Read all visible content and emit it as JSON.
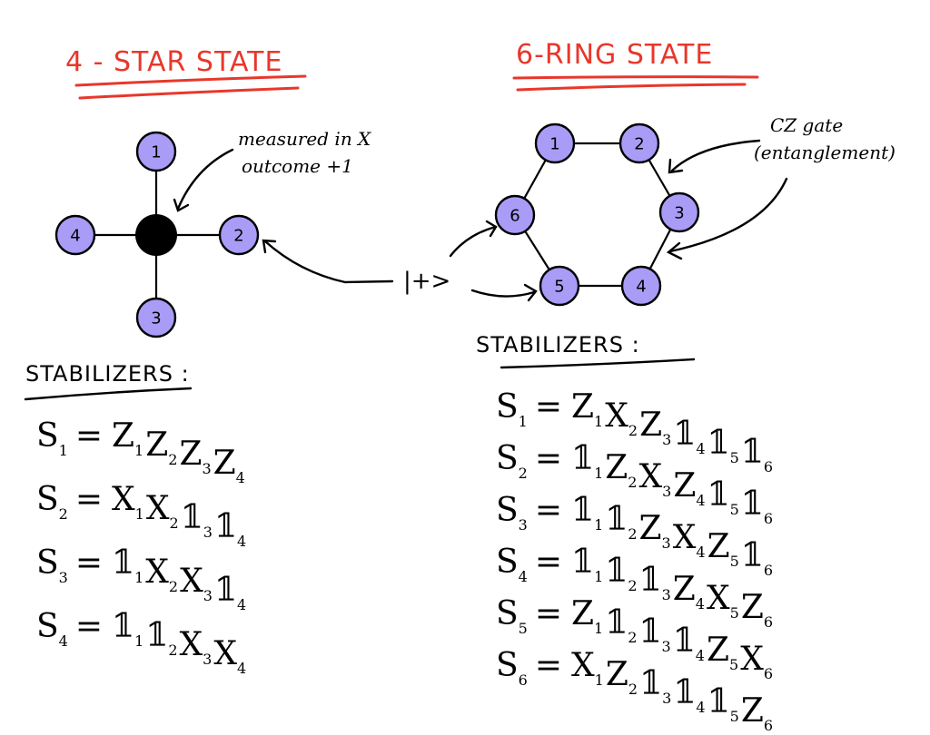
{
  "colors": {
    "title": "#e8372b",
    "node_fill": "#a99cf7",
    "center_node": "#000000",
    "ink": "#000000"
  },
  "left": {
    "title": "4 - STAR STATE",
    "center_annotation_line1": "measured in X",
    "center_annotation_line2": "outcome +1",
    "nodes": [
      "1",
      "2",
      "3",
      "4"
    ],
    "stabilizers_heading": "STABILIZERS :",
    "stabilizers": [
      {
        "lhs": "S",
        "lhs_sub": "1",
        "terms": [
          [
            "Z",
            "1"
          ],
          [
            "Z",
            "2"
          ],
          [
            "Z",
            "3"
          ],
          [
            "Z",
            "4"
          ]
        ]
      },
      {
        "lhs": "S",
        "lhs_sub": "2",
        "terms": [
          [
            "X",
            "1"
          ],
          [
            "X",
            "2"
          ],
          [
            "𝟙",
            "3"
          ],
          [
            "𝟙",
            "4"
          ]
        ]
      },
      {
        "lhs": "S",
        "lhs_sub": "3",
        "terms": [
          [
            "𝟙",
            "1"
          ],
          [
            "X",
            "2"
          ],
          [
            "X",
            "3"
          ],
          [
            "𝟙",
            "4"
          ]
        ]
      },
      {
        "lhs": "S",
        "lhs_sub": "4",
        "terms": [
          [
            "𝟙",
            "1"
          ],
          [
            "𝟙",
            "2"
          ],
          [
            "X",
            "3"
          ],
          [
            "X",
            "4"
          ]
        ]
      }
    ]
  },
  "middle": {
    "ket_label": "|+>"
  },
  "right": {
    "title": "6-RING STATE",
    "cz_annotation_line1": "CZ gate",
    "cz_annotation_line2": "(entanglement)",
    "nodes": [
      "1",
      "2",
      "3",
      "4",
      "5",
      "6"
    ],
    "stabilizers_heading": "STABILIZERS :",
    "stabilizers": [
      {
        "lhs": "S",
        "lhs_sub": "1",
        "terms": [
          [
            "Z",
            "1"
          ],
          [
            "X",
            "2"
          ],
          [
            "Z",
            "3"
          ],
          [
            "𝟙",
            "4"
          ],
          [
            "𝟙",
            "5"
          ],
          [
            "𝟙",
            "6"
          ]
        ]
      },
      {
        "lhs": "S",
        "lhs_sub": "2",
        "terms": [
          [
            "𝟙",
            "1"
          ],
          [
            "Z",
            "2"
          ],
          [
            "X",
            "3"
          ],
          [
            "Z",
            "4"
          ],
          [
            "𝟙",
            "5"
          ],
          [
            "𝟙",
            "6"
          ]
        ]
      },
      {
        "lhs": "S",
        "lhs_sub": "3",
        "terms": [
          [
            "𝟙",
            "1"
          ],
          [
            "𝟙",
            "2"
          ],
          [
            "Z",
            "3"
          ],
          [
            "X",
            "4"
          ],
          [
            "Z",
            "5"
          ],
          [
            "𝟙",
            "6"
          ]
        ]
      },
      {
        "lhs": "S",
        "lhs_sub": "4",
        "terms": [
          [
            "𝟙",
            "1"
          ],
          [
            "𝟙",
            "2"
          ],
          [
            "𝟙",
            "3"
          ],
          [
            "Z",
            "4"
          ],
          [
            "X",
            "5"
          ],
          [
            "Z",
            "6"
          ]
        ]
      },
      {
        "lhs": "S",
        "lhs_sub": "5",
        "terms": [
          [
            "Z",
            "1"
          ],
          [
            "𝟙",
            "2"
          ],
          [
            "𝟙",
            "3"
          ],
          [
            "𝟙",
            "4"
          ],
          [
            "Z",
            "5"
          ],
          [
            "X",
            "6"
          ]
        ]
      },
      {
        "lhs": "S",
        "lhs_sub": "6",
        "terms": [
          [
            "X",
            "1"
          ],
          [
            "Z",
            "2"
          ],
          [
            "𝟙",
            "3"
          ],
          [
            "𝟙",
            "4"
          ],
          [
            "𝟙",
            "5"
          ],
          [
            "Z",
            "6"
          ]
        ]
      }
    ]
  }
}
